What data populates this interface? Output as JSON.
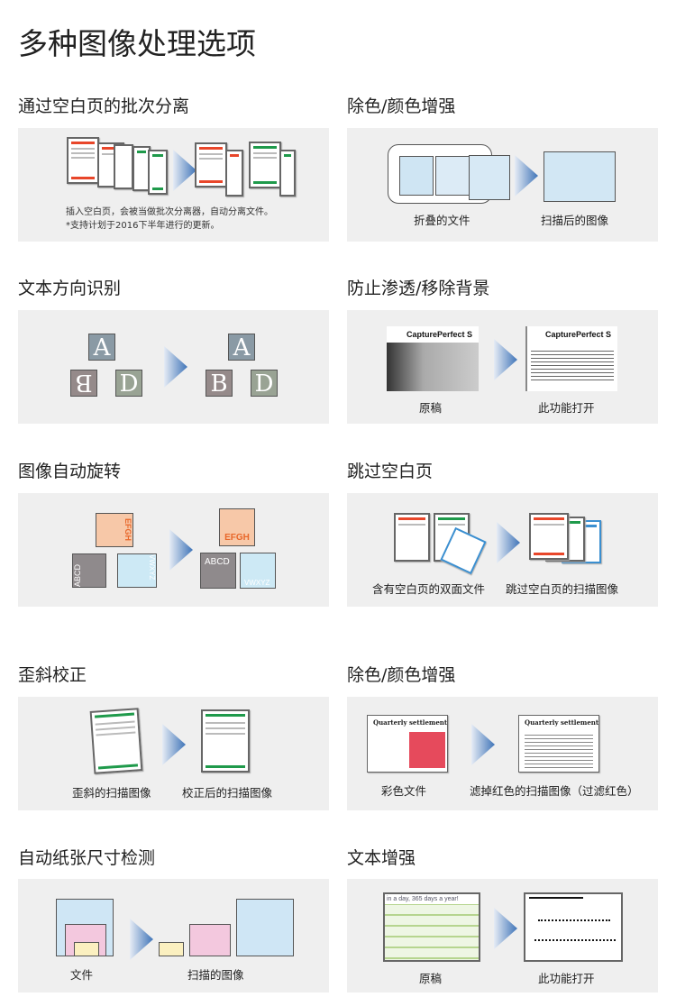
{
  "page_title": "多种图像处理选项",
  "sections": [
    {
      "heading": "通过空白页的批次分离",
      "note1": "插入空白页，会被当做批次分离器，自动分离文件。",
      "note2": "*支持计划于2016下半年进行的更新。"
    },
    {
      "heading": "除色/颜色增强",
      "captions": [
        "折叠的文件",
        "扫描后的图像"
      ]
    },
    {
      "heading": "文本方向识别",
      "tiles": [
        "A",
        "B",
        "D",
        "A",
        "B",
        "D"
      ]
    },
    {
      "heading": "防止渗透/移除背景",
      "doc_title": "CapturePerfect S",
      "captions": [
        "原稿",
        "此功能打开"
      ]
    },
    {
      "heading": "图像自动旋转",
      "labels": [
        "EFGH",
        "ABCD",
        "VWXYZ",
        "EFGH",
        "ABCD",
        "VWXYZ"
      ]
    },
    {
      "heading": "跳过空白页",
      "captions": [
        "含有空白页的双面文件",
        "跳过空白页的扫描图像"
      ]
    },
    {
      "heading": "歪斜校正",
      "captions": [
        "歪斜的扫描图像",
        "校正后的扫描图像"
      ]
    },
    {
      "heading": "除色/颜色增强",
      "doc_title": "Quarterly settlement",
      "captions": [
        "彩色文件",
        "滤掉红色的扫描图像（过滤红色）"
      ]
    },
    {
      "heading": "自动纸张尺寸检测",
      "captions": [
        "文件",
        "扫描的图像"
      ]
    },
    {
      "heading": "文本增强",
      "doc_title": "in a day, 365 days a year!",
      "captions": [
        "原稿",
        "此功能打开"
      ]
    }
  ],
  "colors": {
    "panel": "#efefef",
    "red": "#e8462a",
    "green": "#1f9a4b",
    "arrow": "#4f7fbf"
  }
}
